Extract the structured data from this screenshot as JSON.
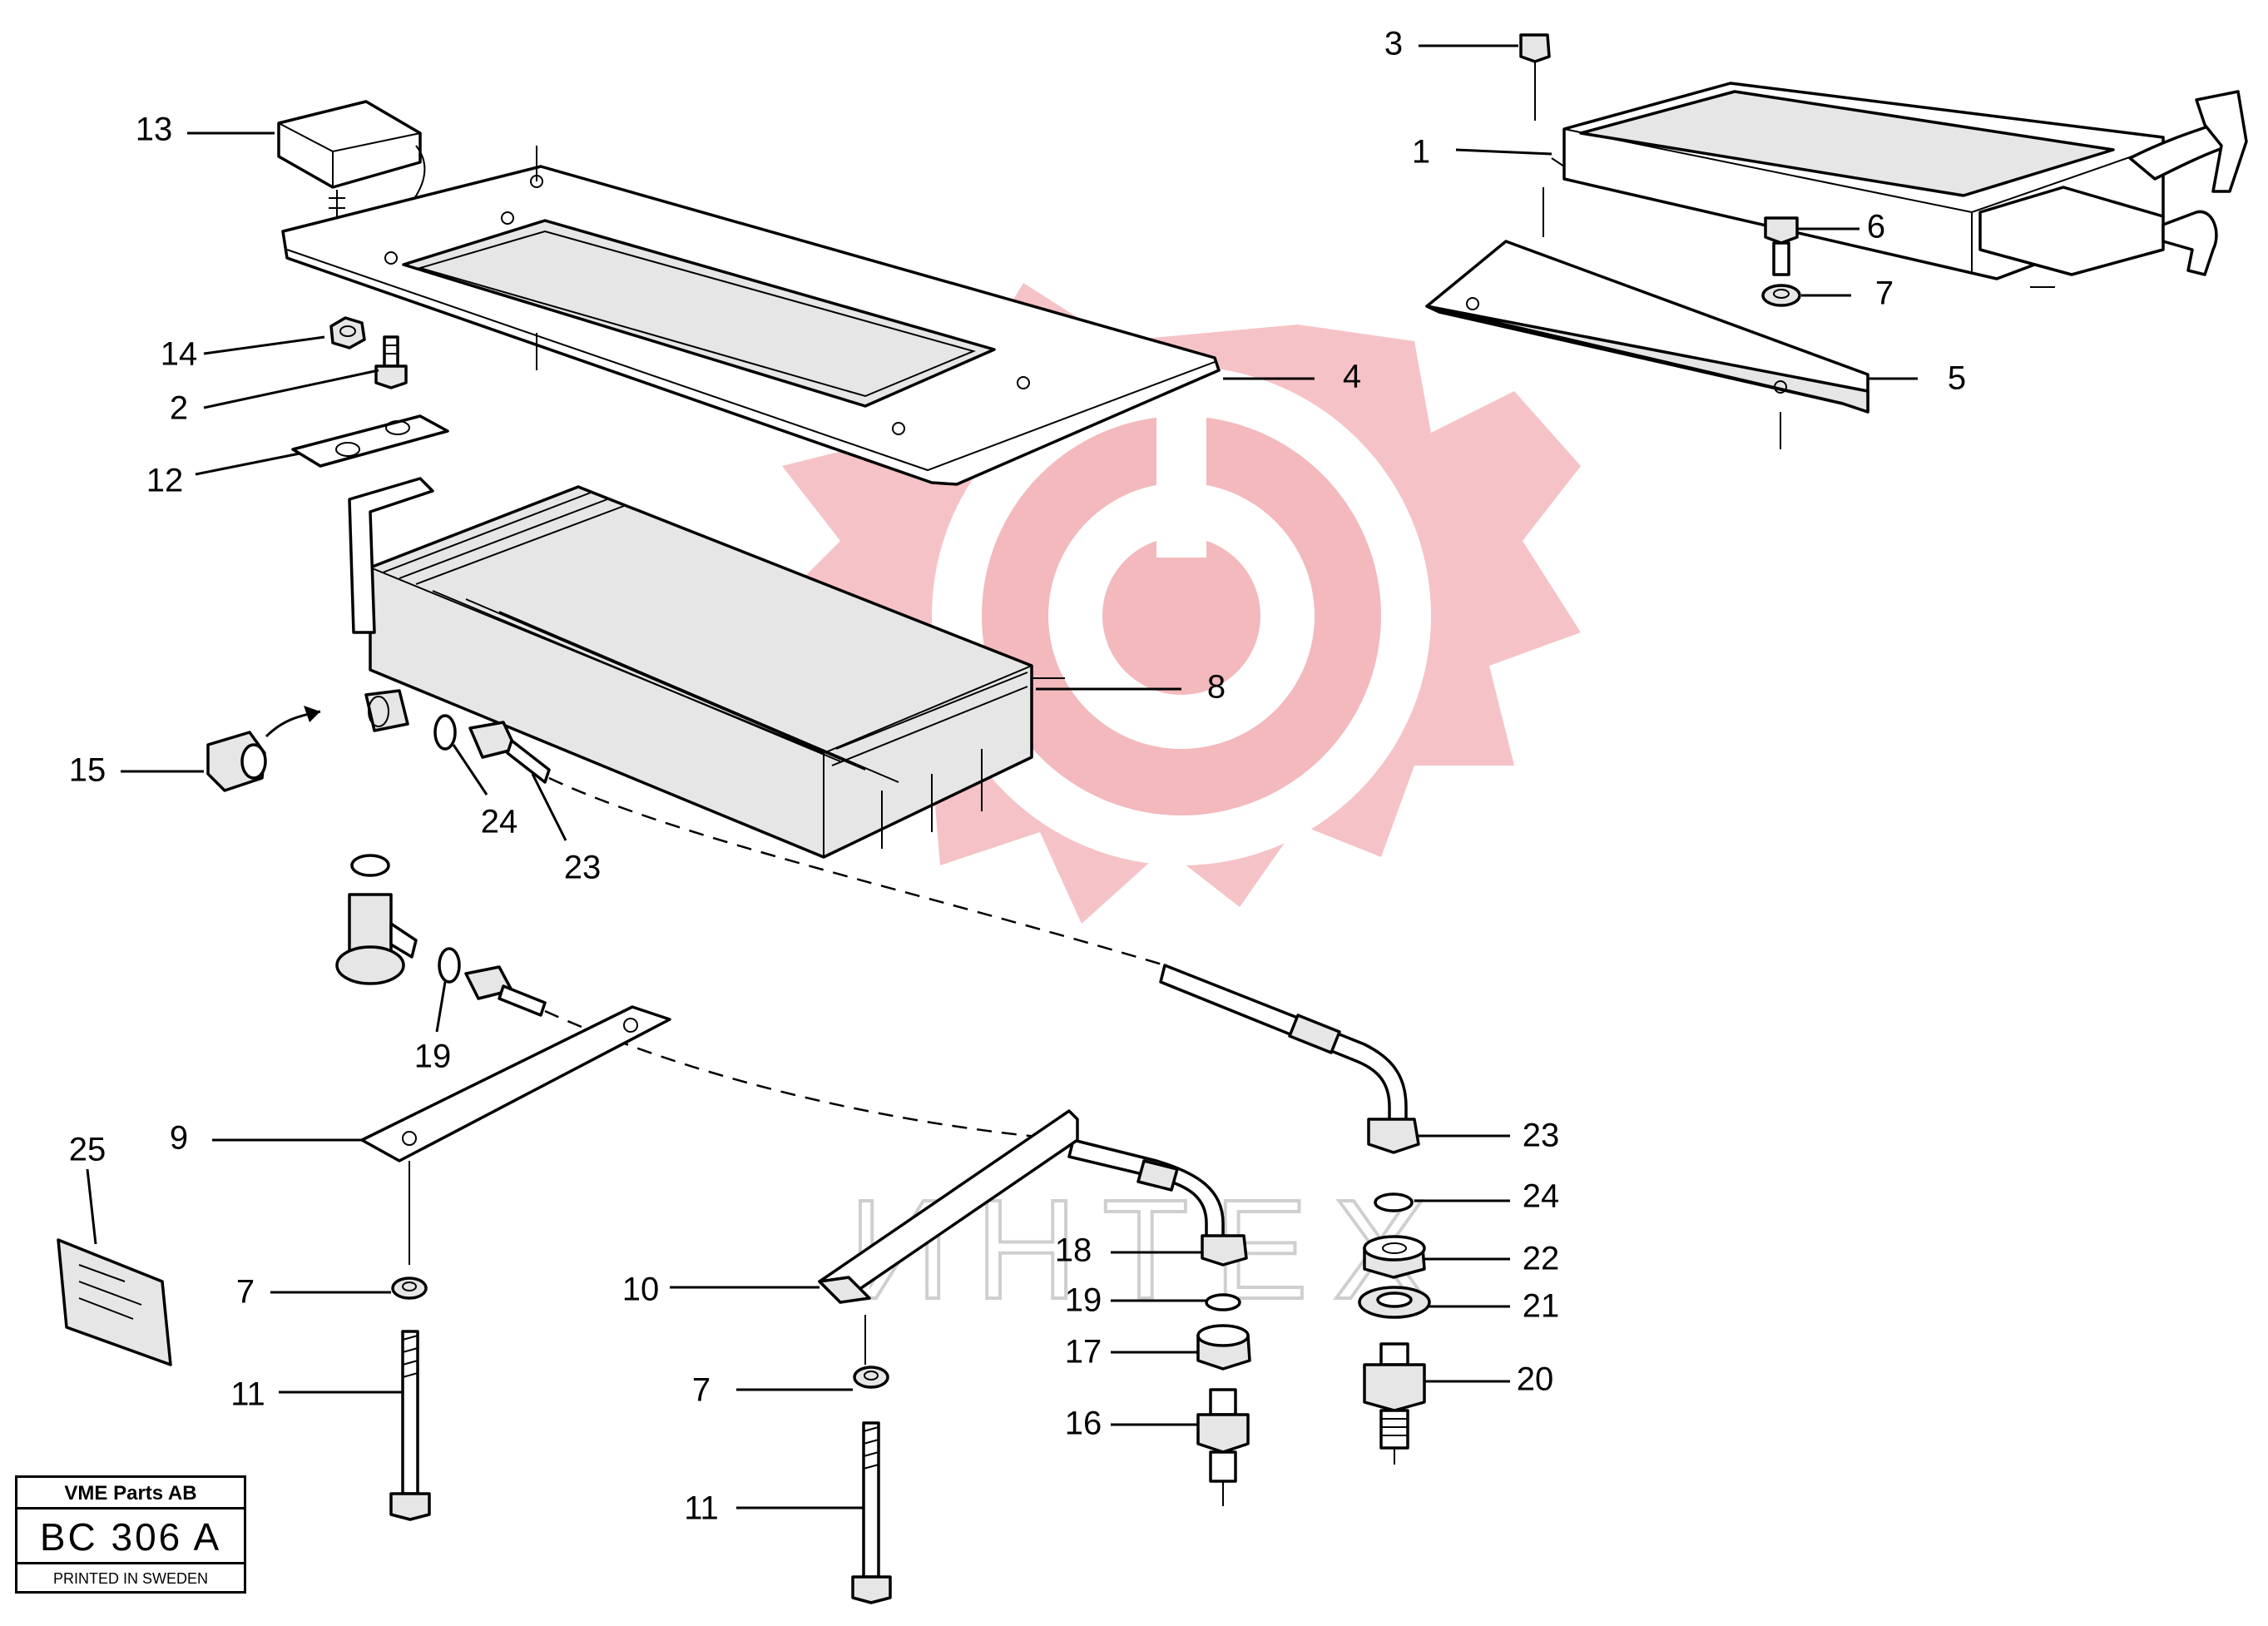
{
  "callouts": {
    "n1": "1",
    "n2": "2",
    "n3": "3",
    "n4": "4",
    "n5": "5",
    "n6": "6",
    "n7a": "7",
    "n7b": "7",
    "n7c": "7",
    "n8": "8",
    "n9": "9",
    "n10": "10",
    "n11a": "11",
    "n11b": "11",
    "n12": "12",
    "n13": "13",
    "n14": "14",
    "n15": "15",
    "n16": "16",
    "n17": "17",
    "n18": "18",
    "n19a": "19",
    "n19b": "19",
    "n20": "20",
    "n21": "21",
    "n22": "22",
    "n23a": "23",
    "n23b": "23",
    "n24a": "24",
    "n24b": "24",
    "n25": "25"
  },
  "watermark": {
    "text": "ИНТЕХ",
    "color": "#f3b9bd"
  },
  "title_block": {
    "company": "VME Parts AB",
    "code": "BC 306 A",
    "printed": "PRINTED IN SWEDEN"
  }
}
